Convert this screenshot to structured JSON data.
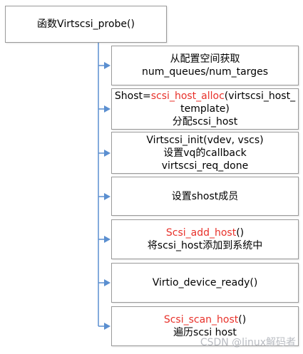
{
  "root": {
    "label": "函数Virtscsi_probe()"
  },
  "steps": [
    {
      "lines": [
        [
          {
            "text": "从配置空间获取"
          }
        ],
        [
          {
            "text": "num_queues/num_targes"
          }
        ]
      ]
    },
    {
      "lines": [
        [
          {
            "text": "Shost="
          },
          {
            "text": "scsi_host_alloc",
            "color": "#e8312a"
          },
          {
            "text": "(virtscsi_host_"
          }
        ],
        [
          {
            "text": "template)"
          }
        ],
        [
          {
            "text": "分配scsi_host"
          }
        ]
      ]
    },
    {
      "lines": [
        [
          {
            "text": "Virtscsi_init(vdev, vscs)"
          }
        ],
        [
          {
            "text": "设置vq的callback"
          }
        ],
        [
          {
            "text": "virtscsi_req_done"
          }
        ]
      ]
    },
    {
      "lines": [
        [
          {
            "text": "设置shost成员"
          }
        ]
      ]
    },
    {
      "lines": [
        [
          {
            "text": "Scsi_add_host",
            "color": "#e8312a"
          },
          {
            "text": "()"
          }
        ],
        [
          {
            "text": "将scsi_host添加到系统中"
          }
        ]
      ]
    },
    {
      "lines": [
        [
          {
            "text": "Virtio_device_ready()"
          }
        ]
      ]
    },
    {
      "lines": [
        [
          {
            "text": "Scsi_scan_host",
            "color": "#e8312a"
          },
          {
            "text": "()"
          }
        ],
        [
          {
            "text": "遍历scsi host"
          }
        ]
      ]
    }
  ],
  "colors": {
    "connector": "#5b8fd0",
    "border": "#9a9a9a",
    "highlight": "#e8312a"
  },
  "watermark": "CSDN @linux解码者"
}
